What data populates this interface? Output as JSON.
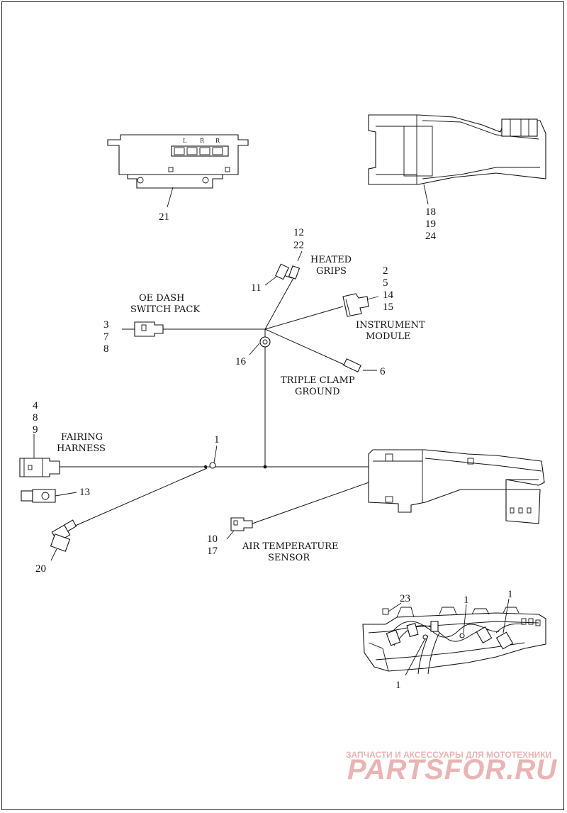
{
  "callouts": {
    "c21": "21",
    "c18": "18",
    "c19": "19",
    "c24": "24",
    "c12": "12",
    "c22": "22",
    "c11": "11",
    "c2": "2",
    "c5": "5",
    "c14": "14",
    "c15": "15",
    "c3": "3",
    "c7": "7",
    "c8a": "8",
    "c16": "16",
    "c6": "6",
    "c4": "4",
    "c8b": "8",
    "c9": "9",
    "c1a": "1",
    "c13": "13",
    "c20": "20",
    "c10": "10",
    "c17": "17",
    "c23": "23",
    "c1b": "1",
    "c1c": "1",
    "c1d": "1"
  },
  "labels": {
    "heated_grips": [
      "HEATED",
      "GRIPS"
    ],
    "oe_dash": [
      "OE DASH",
      "SWITCH PACK"
    ],
    "instrument": [
      "INSTRUMENT",
      "MODULE"
    ],
    "triple_clamp": [
      "TRIPLE CLAMP",
      "GROUND"
    ],
    "fairing": [
      "FAIRING",
      "HARNESS"
    ],
    "air_temp": [
      "AIR TEMPERATURE",
      "SENSOR"
    ]
  },
  "switch_pack_markings": [
    "L",
    "R",
    "R"
  ],
  "watermark": {
    "tagline": "ЗАПЧАСТИ И АКСЕССУАРЫ ДЛЯ МОТОТЕХНИКИ",
    "brand": "PARTSFOR.RU",
    "color": "#e8b4b4"
  }
}
